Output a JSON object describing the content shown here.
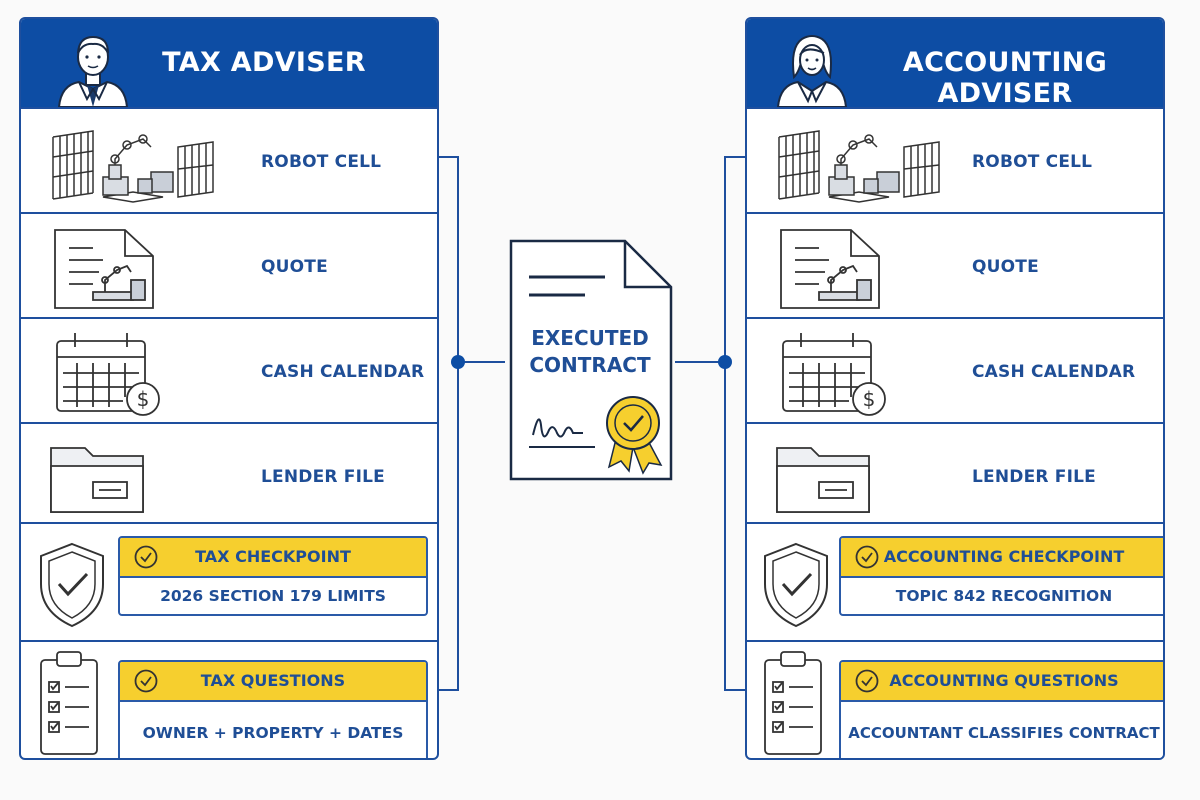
{
  "left_panel": {
    "title": "TAX ADVISER",
    "rows": [
      {
        "label": "ROBOT CELL",
        "icon": "robot-cell-icon"
      },
      {
        "label": "QUOTE",
        "icon": "quote-icon"
      },
      {
        "label": "CASH CALENDAR",
        "icon": "cash-calendar-icon"
      },
      {
        "label": "LENDER FILE",
        "icon": "folder-icon"
      }
    ],
    "checkpoint": {
      "title": "TAX CHECKPOINT",
      "detail": "2026 SECTION 179 LIMITS"
    },
    "questions": {
      "title": "TAX QUESTIONS",
      "detail": "OWNER + PROPERTY + DATES"
    }
  },
  "right_panel": {
    "title": "ACCOUNTING ADVISER",
    "rows": [
      {
        "label": "ROBOT CELL",
        "icon": "robot-cell-icon"
      },
      {
        "label": "QUOTE",
        "icon": "quote-icon"
      },
      {
        "label": "CASH CALENDAR",
        "icon": "cash-calendar-icon"
      },
      {
        "label": "LENDER FILE",
        "icon": "folder-icon"
      }
    ],
    "checkpoint": {
      "title": "ACCOUNTING CHECKPOINT",
      "detail": "TOPIC 842 RECOGNITION"
    },
    "questions": {
      "title": "ACCOUNTING QUESTIONS",
      "detail": "ACCOUNTANT CLASSIFIES CONTRACT"
    }
  },
  "center": {
    "line1": "EXECUTED",
    "line2": "CONTRACT"
  },
  "colors": {
    "primary_blue": "#0d4da4",
    "border_blue": "#1e4f9e",
    "highlight_yellow": "#f6cf2e"
  }
}
